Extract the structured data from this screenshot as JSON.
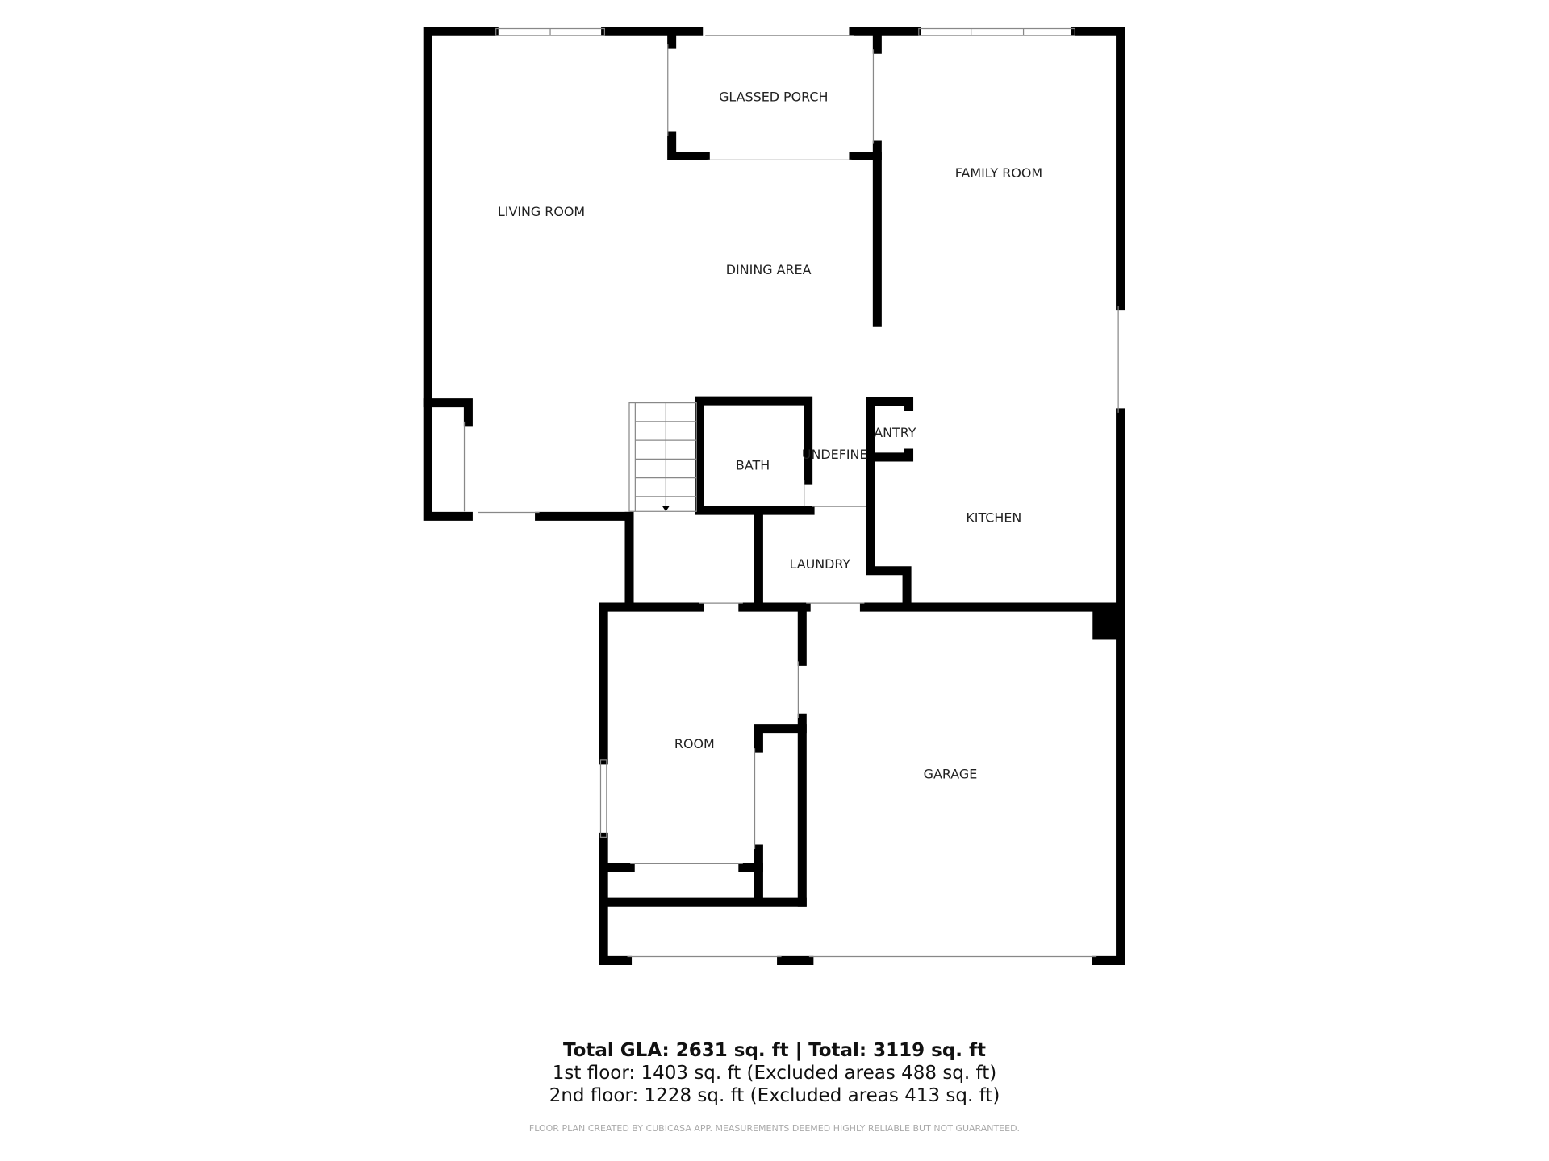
{
  "rooms": {
    "glassed_porch": "GLASSED PORCH",
    "family_room": "FAMILY ROOM",
    "living_room": "LIVING ROOM",
    "dining_area": "DINING AREA",
    "pantry": "ANTRY",
    "bath": "BATH",
    "undefined": "UNDEFINE",
    "kitchen": "KITCHEN",
    "laundry": "LAUNDRY",
    "room": "ROOM",
    "garage": "GARAGE"
  },
  "summary": {
    "total": "Total GLA: 2631 sq. ft | Total: 3119 sq. ft",
    "first_floor": "1st floor: 1403 sq. ft (Excluded areas 488 sq. ft)",
    "second_floor": "2nd floor: 1228 sq. ft (Excluded areas 413 sq. ft)",
    "disclaimer": "FLOOR PLAN CREATED BY CUBICASA APP. MEASUREMENTS DEEMED HIGHLY RELIABLE BUT NOT GUARANTEED."
  },
  "colors": {
    "wall": "#000000",
    "background": "#ffffff"
  }
}
